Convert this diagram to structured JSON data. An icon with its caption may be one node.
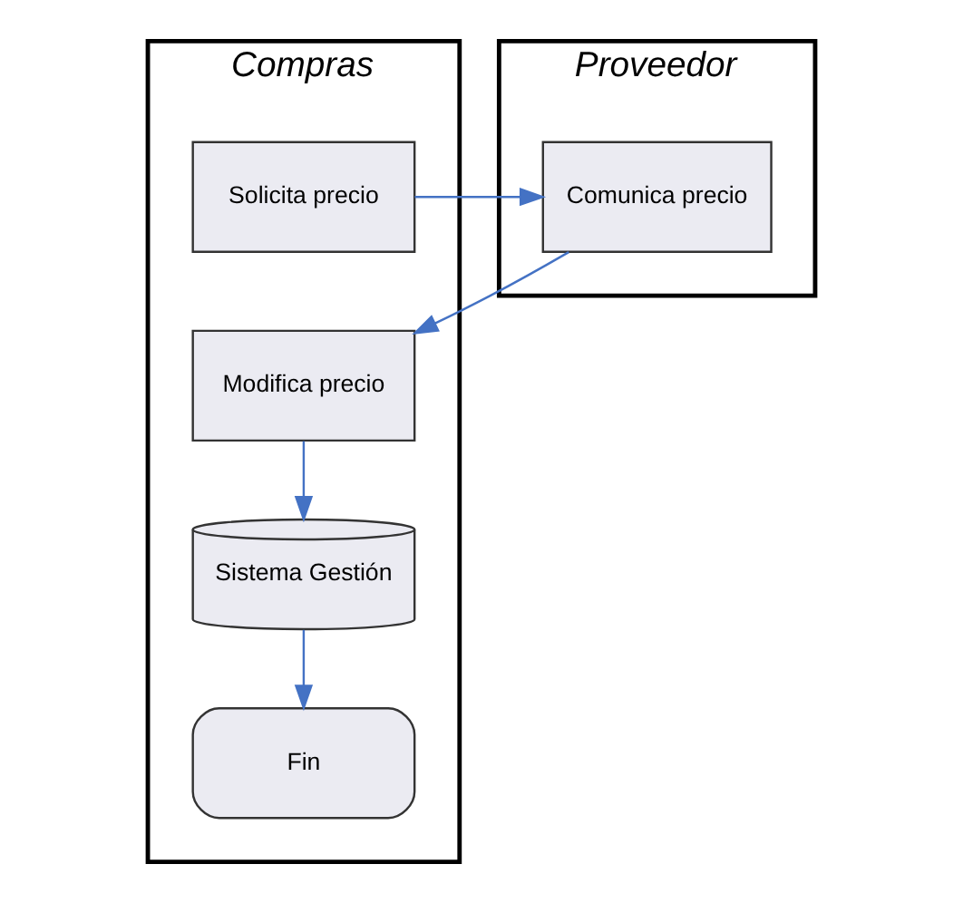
{
  "diagram": {
    "nodes": [
      {
        "text": [
          "Compras"
        ]
      },
      {
        "text": [
          "Proveedor"
        ]
      },
      {
        "text": [
          "Solicita precio"
        ],
        "in": 0
      },
      {
        "text": [
          "Comunica precio"
        ],
        "in": 1
      },
      {
        "text": [
          "Modifica precio"
        ],
        "in": 0
      },
      {
        "text": [
          "Sistema Gestión"
        ],
        "in": 0
      },
      {
        "text": [
          "Fin"
        ],
        "in": 0
      }
    ],
    "edges": [
      {
        "from": 2,
        "to": 3,
        "arrow": "to"
      },
      {
        "from": 3,
        "to": 4,
        "arrow": "to"
      },
      {
        "from": 4,
        "to": 5,
        "arrow": "to"
      },
      {
        "from": 5,
        "to": 6,
        "arrow": "to"
      }
    ]
  }
}
